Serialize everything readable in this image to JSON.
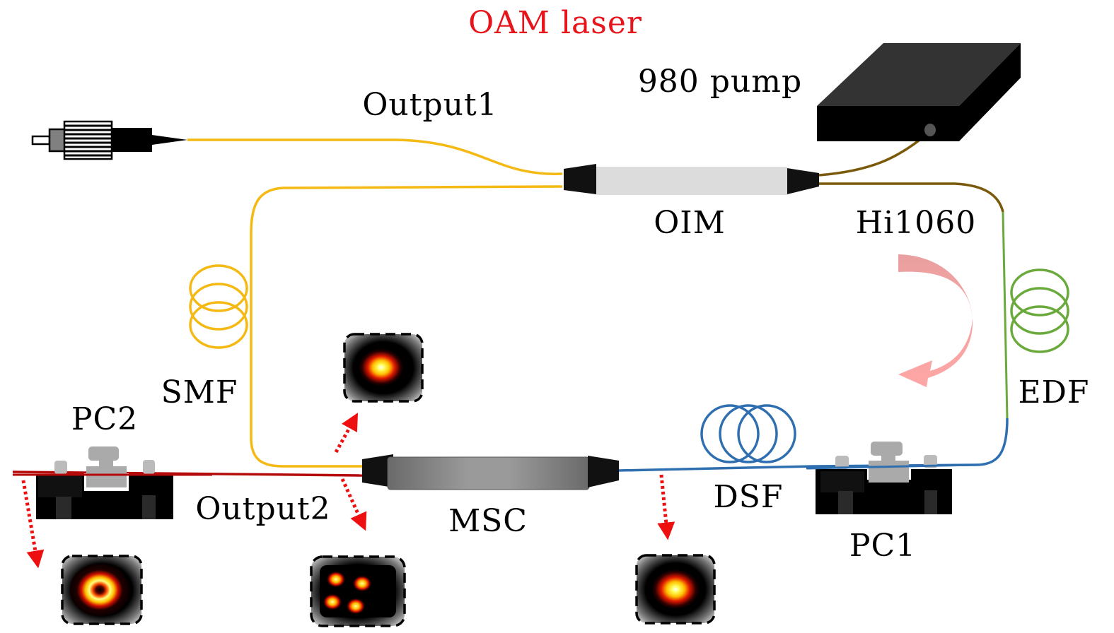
{
  "title": "OAM laser",
  "colors": {
    "title": "#e8141c",
    "smf": "#f5b914",
    "hi1060": "#7a5a0a",
    "edf": "#6aaa3c",
    "dsf": "#2f6fb0",
    "output_fiber": "#b40a0a",
    "tap_arrow": "#ee1010",
    "circulation_arrow": "#f4a3a3"
  },
  "labels": {
    "pump": "980 pump",
    "output1": "Output1",
    "oim": "OIM",
    "hi1060": "Hi1060",
    "smf": "SMF",
    "edf": "EDF",
    "pc2": "PC2",
    "pc1": "PC1",
    "dsf": "DSF",
    "msc": "MSC",
    "output2": "Output2"
  },
  "beam_profiles": [
    {
      "id": "msc-input-top",
      "mode": "fundamental"
    },
    {
      "id": "output2-after-pc2",
      "mode": "donut"
    },
    {
      "id": "msc-input-bottom",
      "mode": "four-lobe"
    },
    {
      "id": "msc-output",
      "mode": "fundamental"
    }
  ]
}
